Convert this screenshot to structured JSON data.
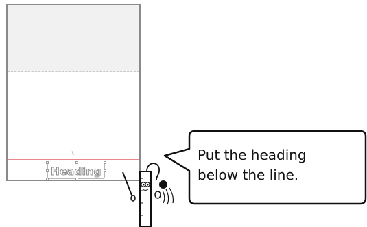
{
  "canvas": {
    "heading_label": "Heading",
    "guide_line_color": "#e8868c",
    "rotate_handle_icon": "rotate-handle-icon"
  },
  "tutorial": {
    "instruction_line_1": "Put the heading",
    "instruction_line_2": "below the line.",
    "mascot_icon": "ruler-mascot-icon"
  }
}
